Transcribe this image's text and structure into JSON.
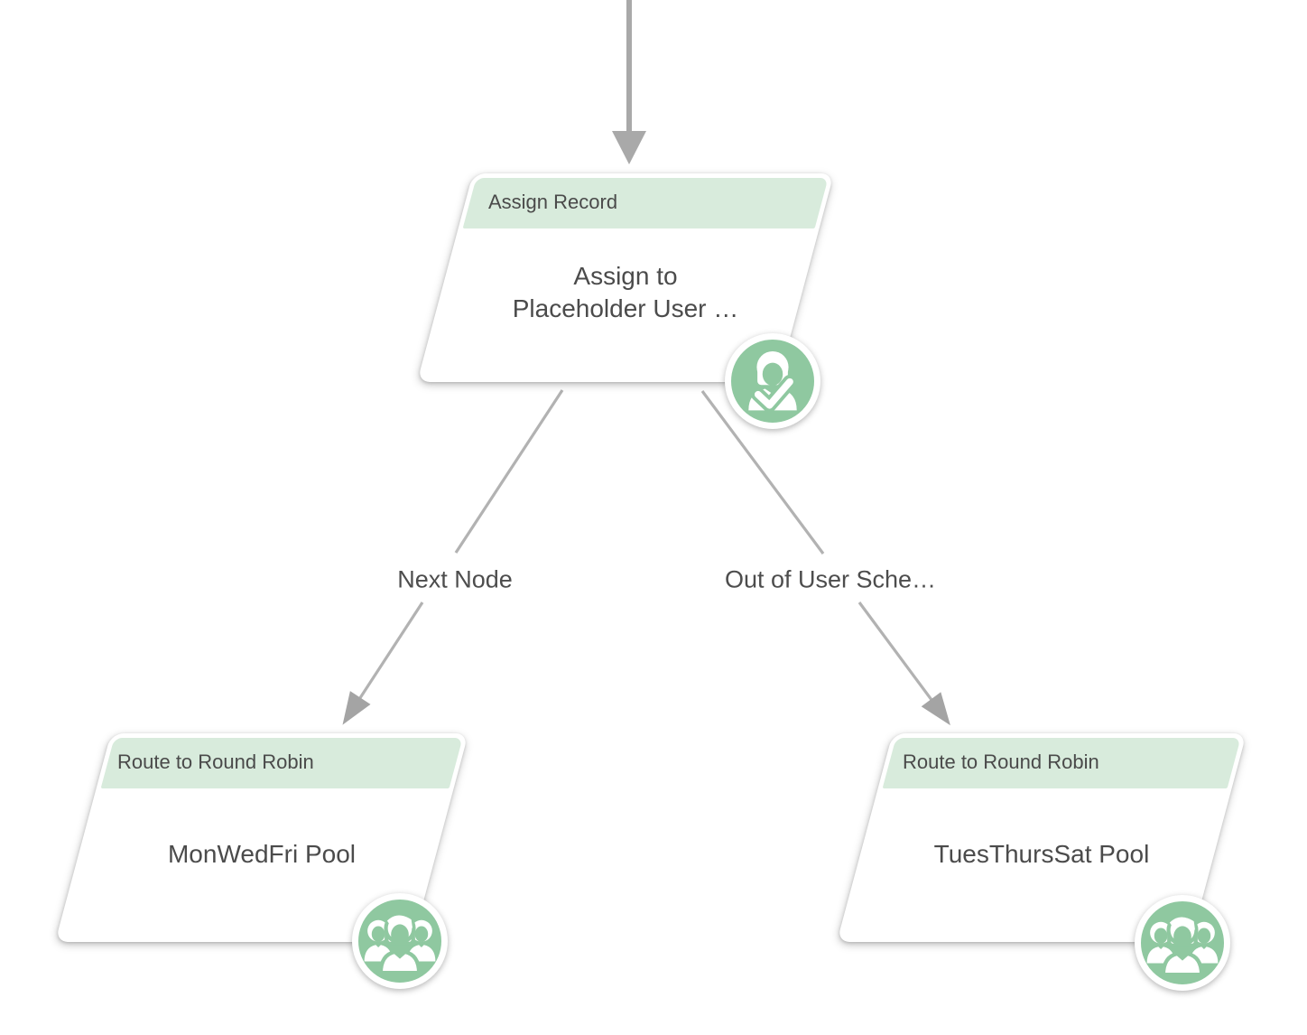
{
  "colors": {
    "background": "#ffffff",
    "node_header_green": "#d8ebdc",
    "icon_green": "#8fc8a0",
    "edge_gray": "#a9a9a9",
    "text_dark": "#4b4b4b"
  },
  "nodes": [
    {
      "id": "assign-record",
      "type_label": "Assign Record",
      "name": "Assign to\nPlaceholder User …",
      "icon": "user-check-icon"
    },
    {
      "id": "round-robin-left",
      "type_label": "Route to Round Robin",
      "name": "MonWedFri Pool",
      "icon": "user-group-icon"
    },
    {
      "id": "round-robin-right",
      "type_label": "Route to Round Robin",
      "name": "TuesThursSat Pool",
      "icon": "user-group-icon"
    }
  ],
  "edges": [
    {
      "id": "incoming",
      "label": "",
      "from": "offscreen-top",
      "to": "assign-record"
    },
    {
      "id": "next-node",
      "label": "Next Node",
      "from": "assign-record",
      "to": "round-robin-left"
    },
    {
      "id": "out-of-user-schedule",
      "label": "Out of User Sche…",
      "from": "assign-record",
      "to": "round-robin-right"
    }
  ]
}
